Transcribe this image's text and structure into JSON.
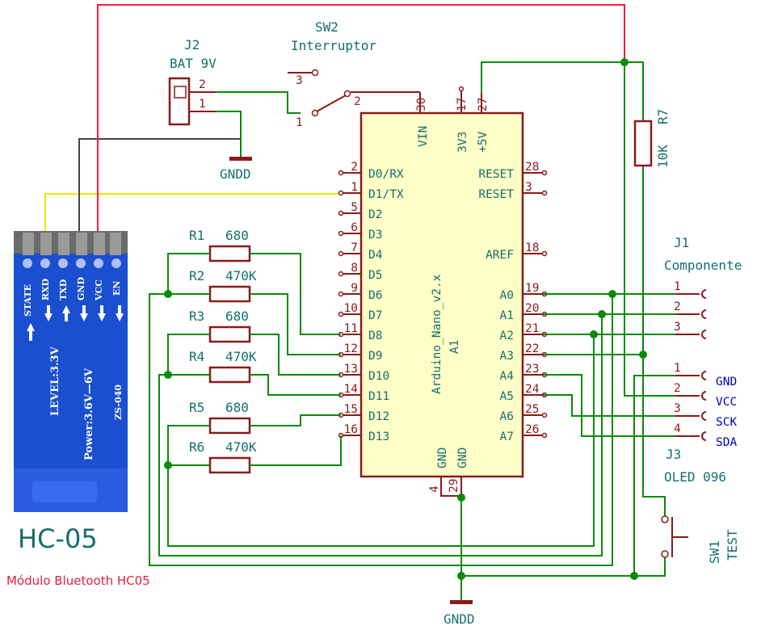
{
  "module": {
    "title": "HC-05",
    "subtitle": "Módulo Bluetooth HC05",
    "pins": [
      "STATE",
      "RXD",
      "TXD",
      "GND",
      "VCC",
      "EN"
    ],
    "level_text": "LEVEL:3.3V",
    "power_text": "Power:3.6V—6V",
    "model_text": "ZS-040"
  },
  "j2": {
    "ref": "J2",
    "value": "BAT 9V",
    "pin2": "2",
    "pin1": "1"
  },
  "sw2": {
    "ref": "SW2",
    "value": "Interruptor",
    "p1": "1",
    "p2": "2",
    "p3": "3"
  },
  "gndd_top": "GNDD",
  "gndd_bottom": "GNDD",
  "arduino": {
    "name": "Arduino_Nano_v2.x",
    "ref": "A1",
    "top_pins": [
      {
        "num": "30",
        "label": "VIN"
      },
      {
        "num": "17",
        "label": "3V3"
      },
      {
        "num": "27",
        "label": "+5V"
      }
    ],
    "left_pins": [
      {
        "num": "2",
        "label": "D0/RX"
      },
      {
        "num": "1",
        "label": "D1/TX"
      },
      {
        "num": "5",
        "label": "D2"
      },
      {
        "num": "6",
        "label": "D3"
      },
      {
        "num": "7",
        "label": "D4"
      },
      {
        "num": "8",
        "label": "D5"
      },
      {
        "num": "9",
        "label": "D6"
      },
      {
        "num": "10",
        "label": "D7"
      },
      {
        "num": "11",
        "label": "D8"
      },
      {
        "num": "12",
        "label": "D9"
      },
      {
        "num": "13",
        "label": "D10"
      },
      {
        "num": "14",
        "label": "D11"
      },
      {
        "num": "15",
        "label": "D12"
      },
      {
        "num": "16",
        "label": "D13"
      }
    ],
    "right_pins": [
      {
        "num": "28",
        "label": "RESET"
      },
      {
        "num": "3",
        "label": "RESET"
      },
      {
        "num": "18",
        "label": "AREF"
      },
      {
        "num": "19",
        "label": "A0"
      },
      {
        "num": "20",
        "label": "A1"
      },
      {
        "num": "21",
        "label": "A2"
      },
      {
        "num": "22",
        "label": "A3"
      },
      {
        "num": "23",
        "label": "A4"
      },
      {
        "num": "24",
        "label": "A5"
      },
      {
        "num": "25",
        "label": "A6"
      },
      {
        "num": "26",
        "label": "A7"
      }
    ],
    "bottom_pins": [
      {
        "num": "4",
        "label": "GND"
      },
      {
        "num": "29",
        "label": "GND"
      }
    ]
  },
  "resistors": [
    {
      "ref": "R1",
      "value": "680"
    },
    {
      "ref": "R2",
      "value": "470K"
    },
    {
      "ref": "R3",
      "value": "680"
    },
    {
      "ref": "R4",
      "value": "470K"
    },
    {
      "ref": "R5",
      "value": "680"
    },
    {
      "ref": "R6",
      "value": "470K"
    }
  ],
  "r7": {
    "ref": "R7",
    "value": "10K"
  },
  "j1": {
    "ref": "J1",
    "value": "Componente",
    "pins": [
      "1",
      "2",
      "3"
    ]
  },
  "j3": {
    "ref": "J3",
    "value": "OLED 096",
    "pins": [
      "1",
      "2",
      "3",
      "4"
    ],
    "nets": [
      "GND",
      "VCC",
      "SCK",
      "SDA"
    ]
  },
  "sw1": {
    "ref": "SW1",
    "value": "TEST"
  },
  "colors": {
    "wire": "#0a8a0a",
    "component": "#8b1a1a",
    "text": "#156e6e",
    "net_label": "#0000bb",
    "power_wire": "#ff1a3c",
    "rx_wire": "#f5e600",
    "gnd_wire": "#444444",
    "module_blue": "#1a4fd0"
  }
}
